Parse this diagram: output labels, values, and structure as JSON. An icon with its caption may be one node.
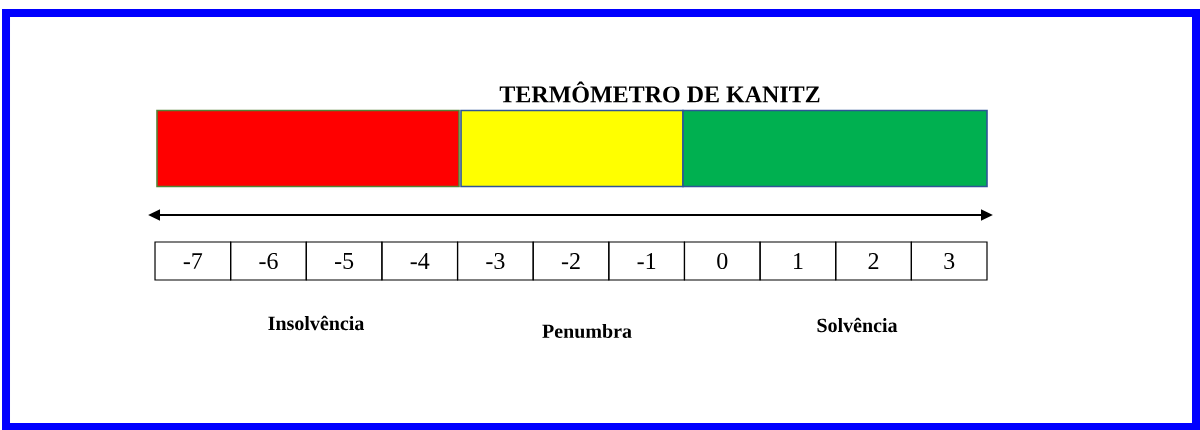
{
  "diagram": {
    "title": "TERMÔMETRO DE KANITZ",
    "nodes": [
      {
        "text": [],
        "shape": "bar"
      },
      {
        "text": [],
        "shape": "bar"
      },
      {
        "text": [],
        "shape": "bar"
      }
    ],
    "labels": [
      "-7",
      "-6",
      "-5",
      "-4",
      "-3",
      "-2",
      "-1",
      "0",
      "1",
      "2",
      "3",
      "Insolvência",
      "Penumbra",
      "Solvência"
    ]
  }
}
